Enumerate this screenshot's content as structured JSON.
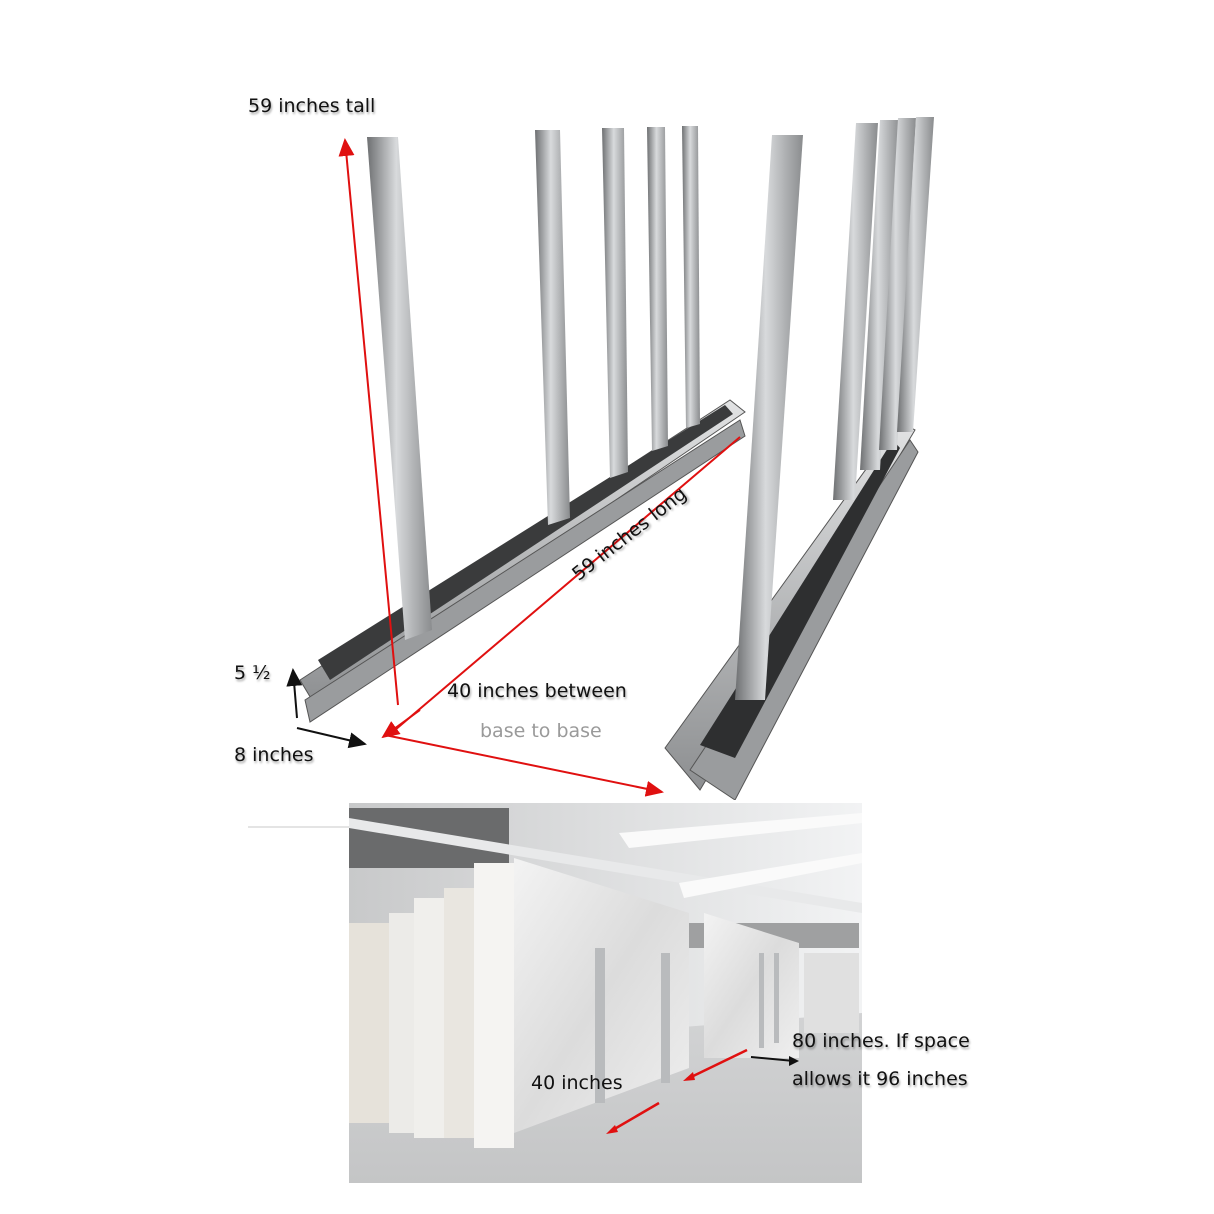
{
  "diagram": {
    "subject": "Stone slab A-frame / bundle rack with upright posts",
    "annotations": {
      "height": "59 inches tall",
      "length": "59 inches long",
      "base_height": "5 ½",
      "base_width": "8 inches",
      "spacing_line1": "40 inches between",
      "spacing_line2": "base to base"
    },
    "photo_annotations": {
      "rack_gap": "40 inches",
      "aisle_line1": "80 inches. If space",
      "aisle_line2": "allows it 96 inches"
    },
    "colors": {
      "dimension_arrow": "#e01010",
      "text": "#111111",
      "secondary_text": "#9a9a9a",
      "steel_light": "#c9cbcd",
      "steel_dark": "#5a5c5e"
    }
  }
}
